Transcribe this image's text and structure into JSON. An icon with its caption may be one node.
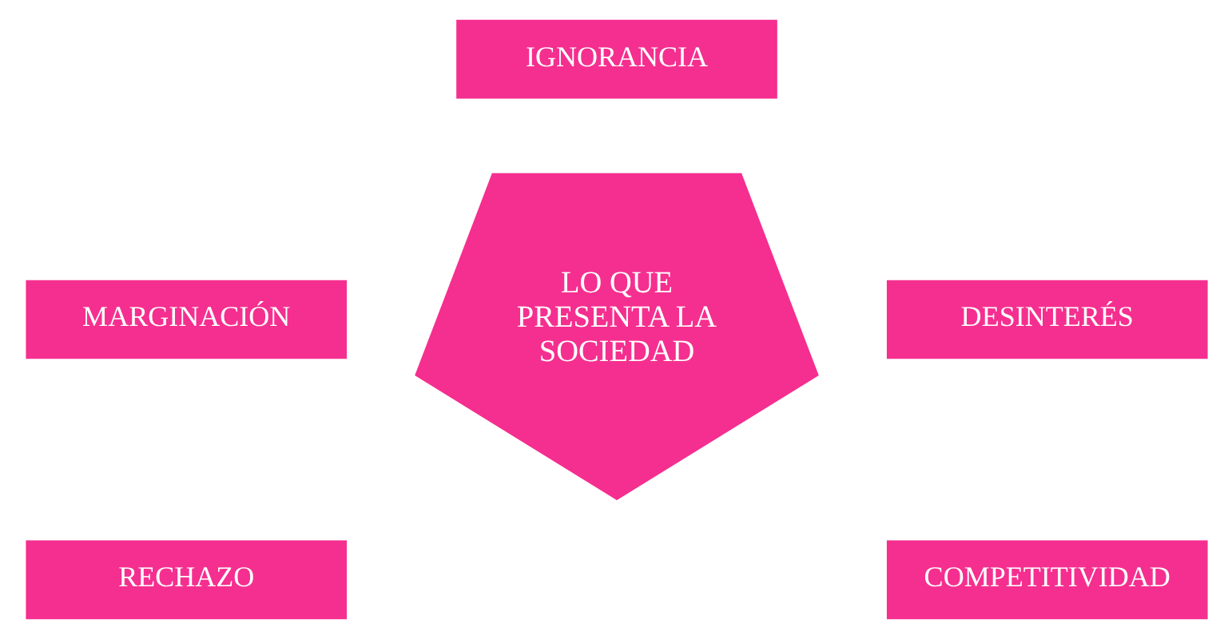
{
  "diagram": {
    "nodes": [
      {
        "text": [
          "IGNORANCIA"
        ]
      },
      {
        "text": [
          "MARGINACIÓN"
        ]
      },
      {
        "text": [
          "LO QUE PRESENTA LA SOCIEDAD"
        ]
      },
      {
        "text": [
          "DESINTERÉS"
        ]
      },
      {
        "text": [
          "RECHAZO"
        ]
      },
      {
        "text": [
          "COMPETITIVIDAD"
        ]
      }
    ]
  }
}
